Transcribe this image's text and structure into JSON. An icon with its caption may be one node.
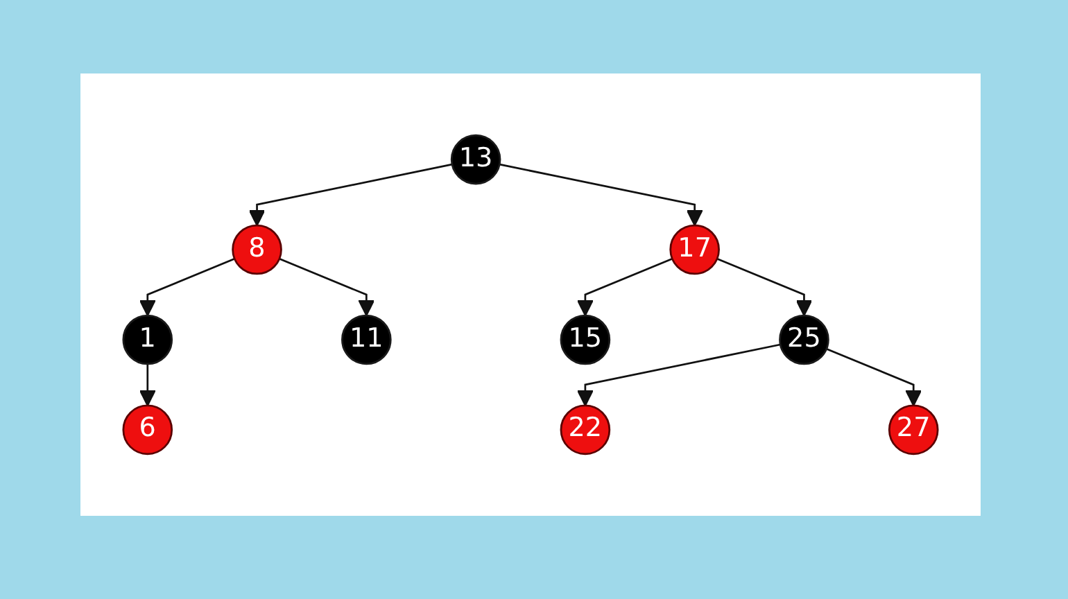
{
  "diagram": {
    "nodes": [
      {
        "text": [
          "13"
        ]
      },
      {
        "text": [
          "8"
        ]
      },
      {
        "text": [
          "17"
        ]
      },
      {
        "text": [
          "1"
        ]
      },
      {
        "text": [
          "11"
        ]
      },
      {
        "text": [
          "15"
        ]
      },
      {
        "text": [
          "25"
        ]
      },
      {
        "text": [
          "6"
        ]
      },
      {
        "text": [
          "22"
        ]
      },
      {
        "text": [
          "27"
        ]
      }
    ],
    "edges": [
      {
        "from": 0,
        "to": 1,
        "arrow": "to"
      },
      {
        "from": 0,
        "to": 2,
        "arrow": "to"
      },
      {
        "from": 1,
        "to": 3,
        "arrow": "to"
      },
      {
        "from": 1,
        "to": 4,
        "arrow": "to"
      },
      {
        "from": 2,
        "to": 5,
        "arrow": "to"
      },
      {
        "from": 2,
        "to": 6,
        "arrow": "to"
      },
      {
        "from": 3,
        "to": 7,
        "arrow": "to"
      },
      {
        "from": 6,
        "to": 8,
        "arrow": "to"
      },
      {
        "from": 6,
        "to": 9,
        "arrow": "to"
      }
    ]
  }
}
